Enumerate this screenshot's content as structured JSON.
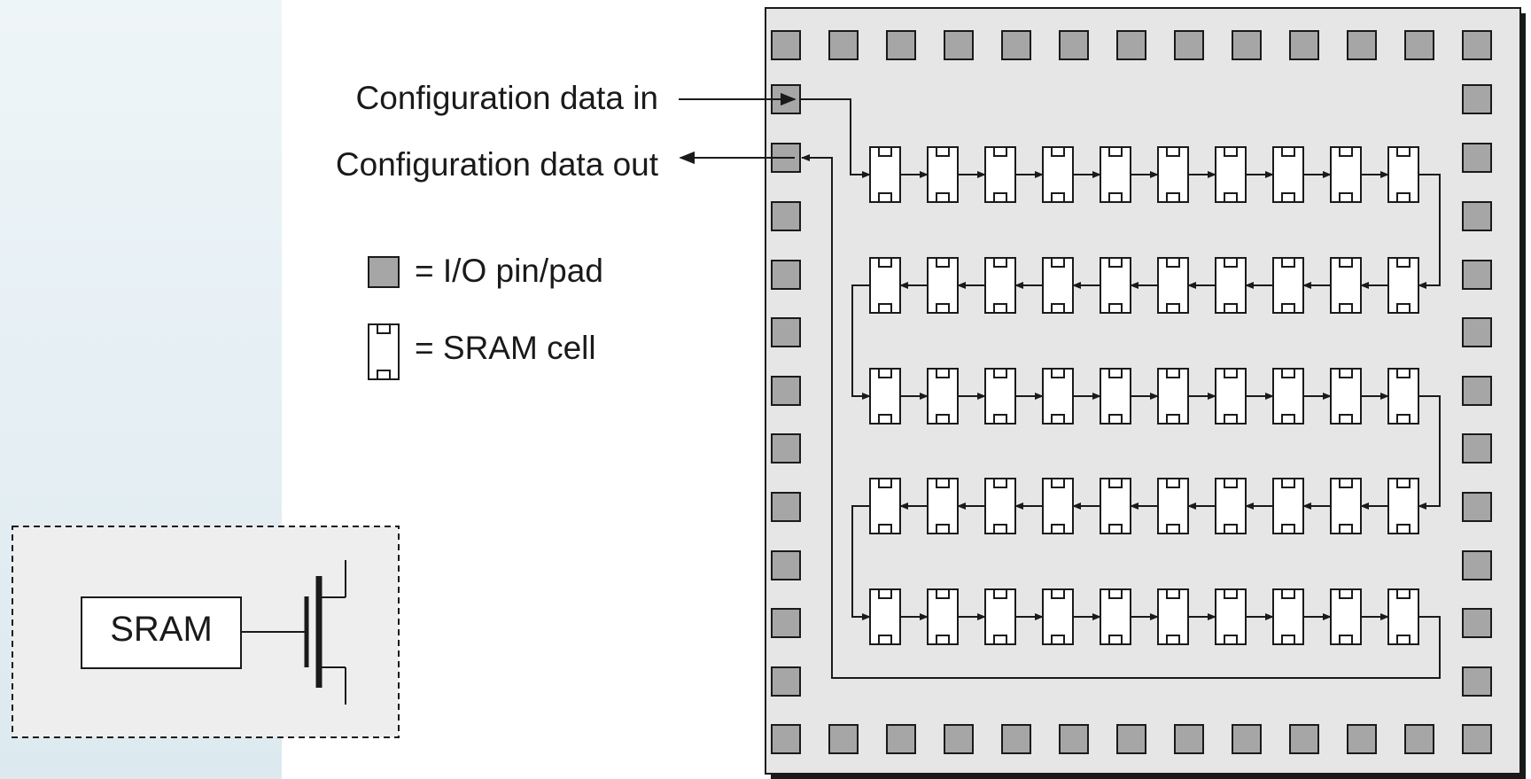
{
  "labels": {
    "config_in": "Configuration data in",
    "config_out": "Configuration data out"
  },
  "legend": {
    "pin": "= I/O pin/pad",
    "sram": "= SRAM cell"
  },
  "inset": {
    "sram_label": "SRAM"
  },
  "colors": {
    "chip_fill": "#e6e6e6",
    "pad_fill": "#a6a6a6",
    "stroke": "#1a1a1a",
    "background_left": "#e4eef3"
  }
}
